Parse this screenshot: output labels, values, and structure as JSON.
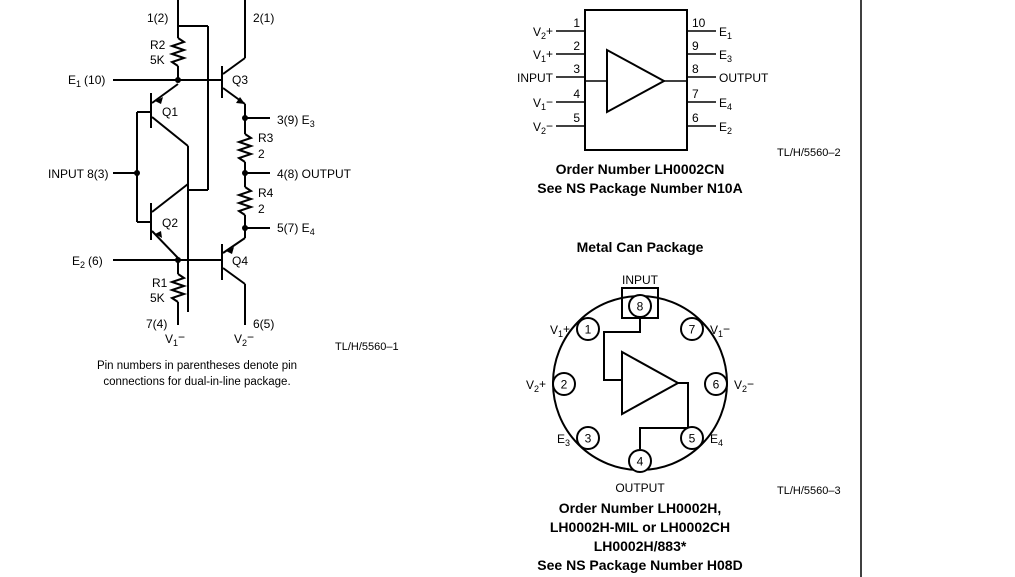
{
  "schematic": {
    "pin_r2_top": "1(2)",
    "pin_q3_top": "2(1)",
    "r2_name": "R2",
    "r2_value": "5K",
    "e1": "E",
    "e1_sub": "1",
    "e1_pin": "(10)",
    "q1": "Q1",
    "q2": "Q2",
    "q3": "Q3",
    "q4": "Q4",
    "input": "INPUT 8(3)",
    "pin_e3": "3(9) E",
    "pin_e3_sub": "3",
    "r3_name": "R3",
    "r3_value": "2",
    "pin_output": "4(8) OUTPUT",
    "r4_name": "R4",
    "r4_value": "2",
    "pin_e4": "5(7) E",
    "pin_e4_sub": "4",
    "e2": "E",
    "e2_sub": "2",
    "e2_pin": "(6)",
    "r1_name": "R1",
    "r1_value": "5K",
    "pin_v1": "7(4)",
    "v1_label": "V",
    "v1_sub": "1",
    "v1_sign": "−",
    "pin_v2": "6(5)",
    "v2_label": "V",
    "v2_sub": "2",
    "v2_sign": "−",
    "figure_id": "TL/H/5560–1",
    "note_line1": "Pin numbers in parentheses denote pin",
    "note_line2": "connections for dual-in-line package."
  },
  "dip": {
    "left_pins": [
      {
        "num": "1",
        "label": "V",
        "sub": "2",
        "sign": "+"
      },
      {
        "num": "2",
        "label": "V",
        "sub": "1",
        "sign": "+"
      },
      {
        "num": "3",
        "label": "INPUT",
        "sub": "",
        "sign": ""
      },
      {
        "num": "4",
        "label": "V",
        "sub": "1",
        "sign": "−"
      },
      {
        "num": "5",
        "label": "V",
        "sub": "2",
        "sign": "−"
      }
    ],
    "right_pins": [
      {
        "num": "10",
        "label": "E",
        "sub": "1"
      },
      {
        "num": "9",
        "label": "E",
        "sub": "3"
      },
      {
        "num": "8",
        "label": "OUTPUT",
        "sub": ""
      },
      {
        "num": "7",
        "label": "E",
        "sub": "4"
      },
      {
        "num": "6",
        "label": "E",
        "sub": "2"
      }
    ],
    "figure_id": "TL/H/5560–2",
    "order_line1": "Order Number LH0002CN",
    "order_line2": "See NS Package Number N10A"
  },
  "can": {
    "title": "Metal Can Package",
    "input_label": "INPUT",
    "output_label": "OUTPUT",
    "pins": [
      {
        "num": "8",
        "label": "",
        "sub": "",
        "sign": ""
      },
      {
        "num": "1",
        "label": "V",
        "sub": "1",
        "sign": "+"
      },
      {
        "num": "7",
        "label": "V",
        "sub": "1",
        "sign": "−"
      },
      {
        "num": "2",
        "label": "V",
        "sub": "2",
        "sign": "+"
      },
      {
        "num": "6",
        "label": "V",
        "sub": "2",
        "sign": "−"
      },
      {
        "num": "3",
        "label": "E",
        "sub": "3",
        "sign": ""
      },
      {
        "num": "5",
        "label": "E",
        "sub": "4",
        "sign": ""
      },
      {
        "num": "4",
        "label": "",
        "sub": "",
        "sign": ""
      }
    ],
    "figure_id": "TL/H/5560–3",
    "order_line1": "Order Number LH0002H,",
    "order_line2": "LH0002H-MIL or LH0002CH",
    "order_line3": "LH0002H/883*",
    "order_line4": "See NS Package Number H08D"
  }
}
